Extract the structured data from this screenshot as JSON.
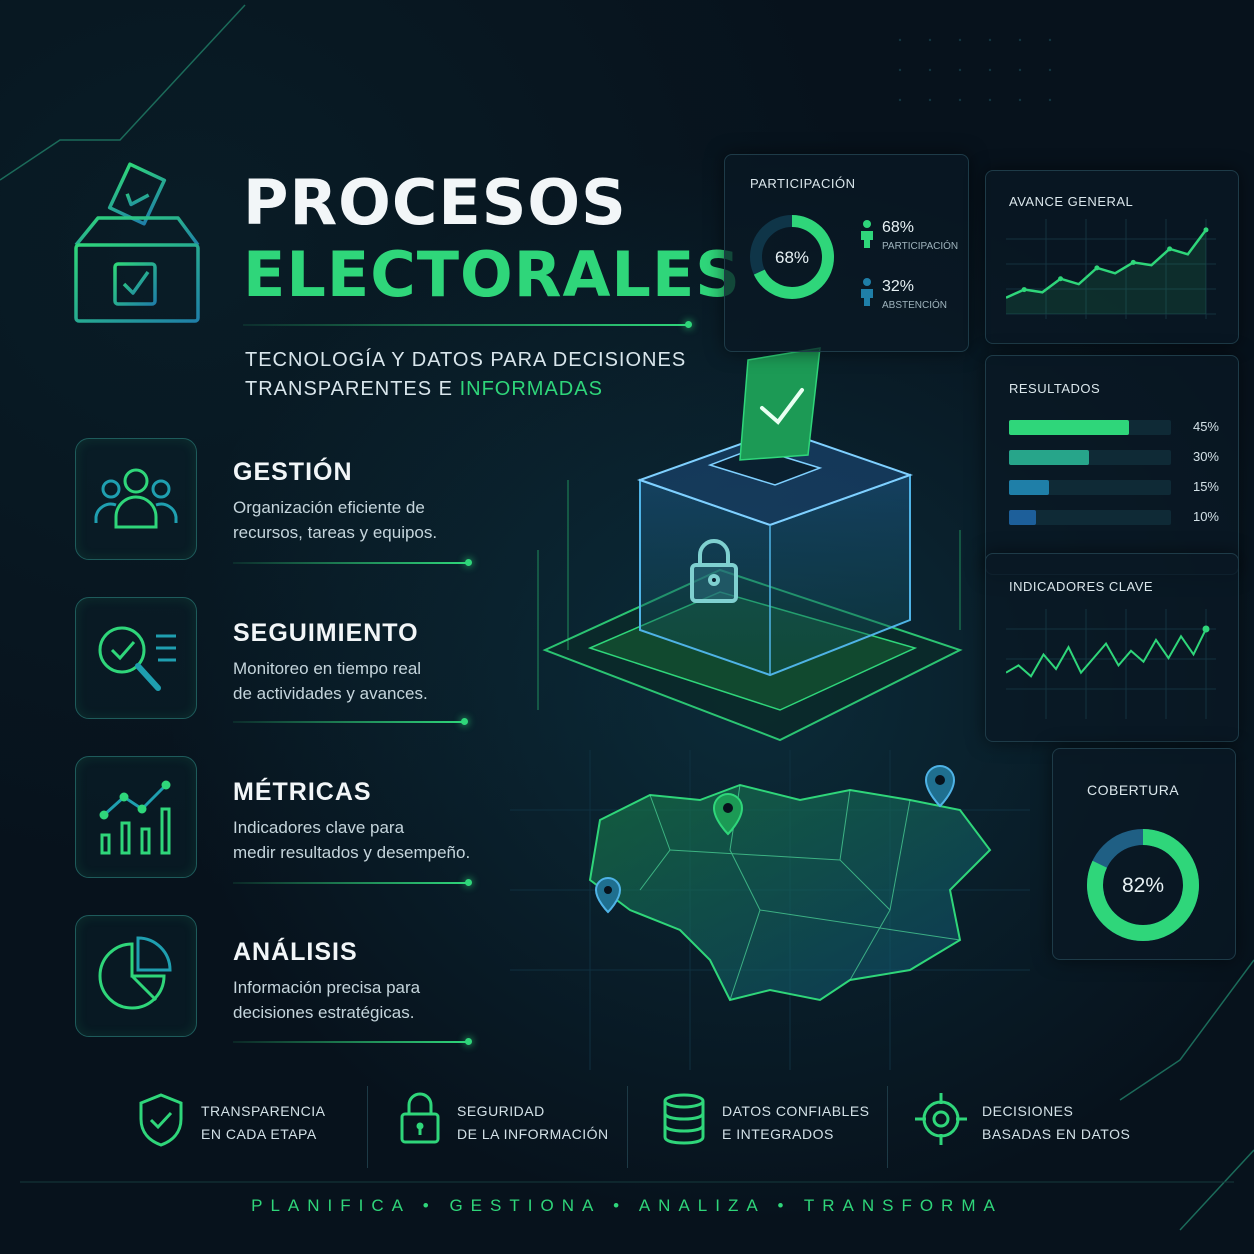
{
  "header": {
    "title_line1": "PROCESOS",
    "title_line2": "ELECTORALES",
    "subtitle_line1": "TECNOLOGÍA Y DATOS PARA DECISIONES",
    "subtitle_line2_prefix": "TRANSPARENTES E",
    "subtitle_line2_highlight": "INFORMADAS"
  },
  "features": [
    {
      "title": "GESTIÓN",
      "line1": "Organización eficiente de",
      "line2": "recursos, tareas y equipos.",
      "icon": "people-icon"
    },
    {
      "title": "SEGUIMIENTO",
      "line1": "Monitoreo en tiempo real",
      "line2": "de actividades y avances.",
      "icon": "magnifier-check-icon"
    },
    {
      "title": "MÉTRICAS",
      "line1": "Indicadores clave para",
      "line2": "medir resultados y desempeño.",
      "icon": "bar-trend-icon"
    },
    {
      "title": "ANÁLISIS",
      "line1": "Información precisa para",
      "line2": "decisiones estratégicas.",
      "icon": "pie-chart-icon"
    }
  ],
  "panels": {
    "participacion": {
      "title": "PARTICIPACIÓN",
      "center": "68%",
      "item1_value": "68%",
      "item1_label": "PARTICIPACIÓN",
      "item2_value": "32%",
      "item2_label": "ABSTENCIÓN",
      "fraction": 0.68
    },
    "avance": {
      "title": "AVANCE GENERAL",
      "values": [
        12,
        18,
        16,
        26,
        22,
        34,
        30,
        38,
        36,
        48,
        44,
        62
      ]
    },
    "resultados": {
      "title": "RESULTADOS",
      "bars": [
        {
          "label": "45%",
          "value": 45
        },
        {
          "label": "30%",
          "value": 30
        },
        {
          "label": "15%",
          "value": 15
        },
        {
          "label": "10%",
          "value": 10
        }
      ]
    },
    "indicadores": {
      "title": "INDICADORES CLAVE",
      "values": [
        20,
        24,
        18,
        30,
        22,
        34,
        20,
        28,
        36,
        24,
        32,
        26,
        38,
        28,
        40,
        30,
        44
      ]
    },
    "cobertura": {
      "title": "COBERTURA",
      "center": "82%",
      "fraction": 0.82
    }
  },
  "bottom": [
    {
      "line1": "TRANSPARENCIA",
      "line2": "EN CADA ETAPA",
      "icon": "shield-check-icon"
    },
    {
      "line1": "SEGURIDAD",
      "line2": "DE LA INFORMACIÓN",
      "icon": "padlock-icon"
    },
    {
      "line1": "DATOS CONFIABLES",
      "line2": "E INTEGRADOS",
      "icon": "database-icon"
    },
    {
      "line1": "DECISIONES",
      "line2": "BASADAS EN DATOS",
      "icon": "target-icon"
    }
  ],
  "tagline": "PLANIFICA • GESTIONA • ANALIZA • TRANSFORMA",
  "colors": {
    "accent": "#2fd67a",
    "secondary": "#1f7fa8",
    "background": "#07121c"
  }
}
